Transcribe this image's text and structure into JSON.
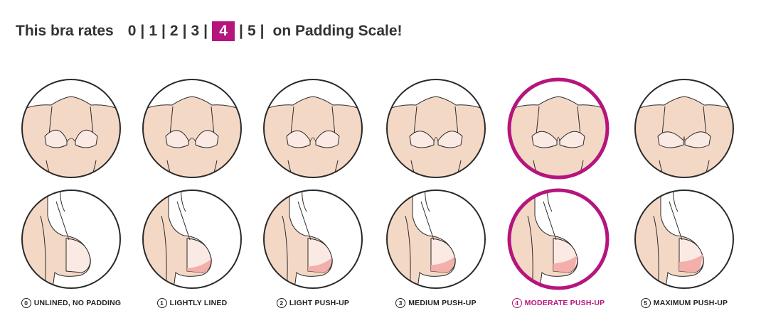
{
  "heading": {
    "lead": "This bra rates",
    "trail": "on Padding Scale!",
    "scale": [
      "0",
      "1",
      "2",
      "3",
      "4",
      "5"
    ],
    "selected_index": 4
  },
  "levels": [
    {
      "num": "0",
      "label": "UNLINED, NO PADDING"
    },
    {
      "num": "1",
      "label": "LIGHTLY LINED"
    },
    {
      "num": "2",
      "label": "LIGHT PUSH-UP"
    },
    {
      "num": "3",
      "label": "MEDIUM PUSH-UP"
    },
    {
      "num": "4",
      "label": "MODERATE PUSH-UP"
    },
    {
      "num": "5",
      "label": "MAXIMUM PUSH-UP"
    }
  ],
  "colors": {
    "accent": "#b5157c",
    "skin": "#f4d8c6",
    "bra": "#fbeae4",
    "padding": "#f2a9a3",
    "outline": "#2a2a2a"
  }
}
